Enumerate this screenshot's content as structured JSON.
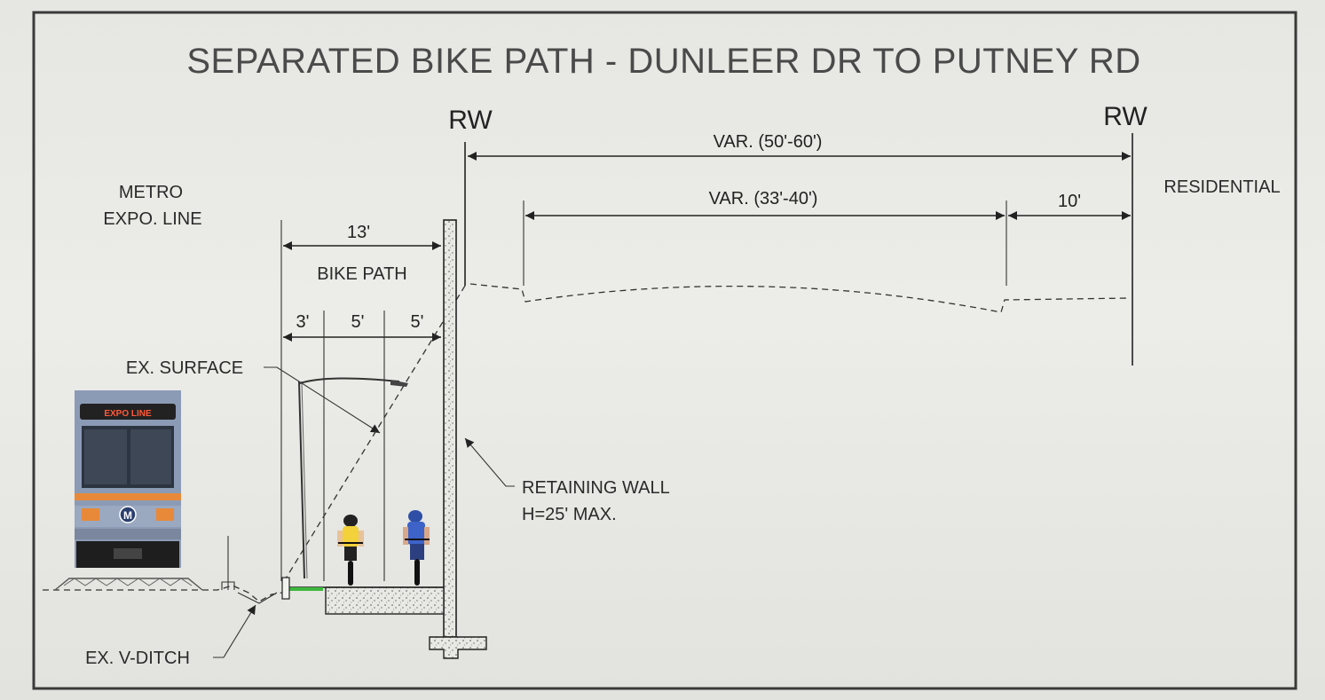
{
  "title": "SEPARATED BIKE PATH - DUNLEER DR TO PUTNEY RD",
  "rw_left": "RW",
  "rw_right": "RW",
  "dimensions": {
    "overall": "VAR. (50'-60')",
    "roadway": "VAR. (33'-40')",
    "parkway": "10'",
    "bike_path_width": "13'",
    "lane_1": "3'",
    "lane_2": "5'",
    "lane_3": "5'"
  },
  "labels": {
    "metro_line_1": "METRO",
    "metro_line_2": "EXPO. LINE",
    "residential": "RESIDENTIAL",
    "bike_path": "BIKE PATH",
    "ex_surface": "EX. SURFACE",
    "retaining_wall_1": "RETAINING WALL",
    "retaining_wall_2": "H=25' MAX.",
    "ex_v_ditch": "EX. V-DITCH"
  },
  "train": {
    "headsign": "EXPO LINE",
    "logo": "M"
  },
  "colors": {
    "line": "#222222",
    "title": "#4a4a4a",
    "path_edge_green": "#3db83d",
    "train_body": "#8c9bb5",
    "train_stripe": "#e8893a",
    "cyclist_yellow": "#f2d13a",
    "cyclist_blue": "#3d63c9"
  }
}
